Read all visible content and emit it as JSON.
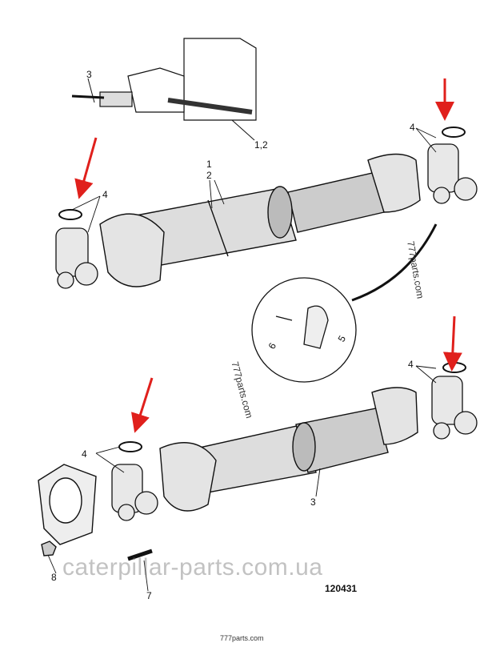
{
  "callouts": {
    "top_3": "3",
    "top_12": "1,2",
    "upper_1": "1",
    "upper_2": "2",
    "upper_right_4": "4",
    "upper_left_4": "4",
    "detail_6": "6",
    "detail_5": "5",
    "lower_right_4": "4",
    "lower_left_4": "4",
    "lower_3": "3",
    "bolt_8": "8",
    "bolt_7": "7"
  },
  "figure_number": "120431",
  "watermarks": {
    "diag_right": "777parts.com",
    "diag_middle": "777parts.com",
    "bottom": "777parts.com",
    "big": "caterpillar-parts.com.ua"
  },
  "colors": {
    "arrow": "#e0201c",
    "line": "#111111",
    "shaft_fill": "#d8d8d8"
  }
}
